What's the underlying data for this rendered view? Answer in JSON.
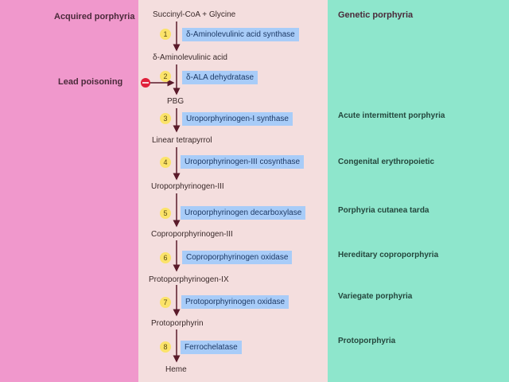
{
  "columns": {
    "left_header": "Acquired porphyria",
    "right_header": "Genetic porphyria",
    "colors": {
      "left": "#f098cc",
      "middle": "#f4dede",
      "right": "#8ee6cc",
      "enzyme": "#a8ccf8",
      "badge": "#fbe36a",
      "inhibitor": "#e0203a",
      "arrow": "#5a1a2a"
    }
  },
  "metabolites": [
    "Succinyl-CoA + Glycine",
    "δ-Aminolevulinic acid",
    "PBG",
    "Linear tetrapyrrol",
    "Uroporphyrinogen-III",
    "Coproporphyrinogen-III",
    "Protoporphyrinogen-IX",
    "Protoporphyrin",
    "Heme"
  ],
  "steps": [
    {
      "number": "1",
      "enzyme": "δ-Aminolevulinic acid synthase"
    },
    {
      "number": "2",
      "enzyme": "δ-ALA dehydratase"
    },
    {
      "number": "3",
      "enzyme": "Uroporphyrinogen-I synthase"
    },
    {
      "number": "4",
      "enzyme": "Uroporphyrinogen-III cosynthase"
    },
    {
      "number": "5",
      "enzyme": "Uroporphyrinogen decarboxylase"
    },
    {
      "number": "6",
      "enzyme": "Coproporphyrinogen oxidase"
    },
    {
      "number": "7",
      "enzyme": "Protoporphyrinogen oxidase"
    },
    {
      "number": "8",
      "enzyme": "Ferrochelatase"
    }
  ],
  "acquired": {
    "lead_poisoning": "Lead poisoning",
    "icon": "inhibition-icon"
  },
  "diseases": [
    "Acute intermittent porphyria",
    "Congenital erythropoietic",
    "Porphyria cutanea tarda",
    "Hereditary coproporphyria",
    "Variegate porphyria",
    "Protoporphyria"
  ]
}
